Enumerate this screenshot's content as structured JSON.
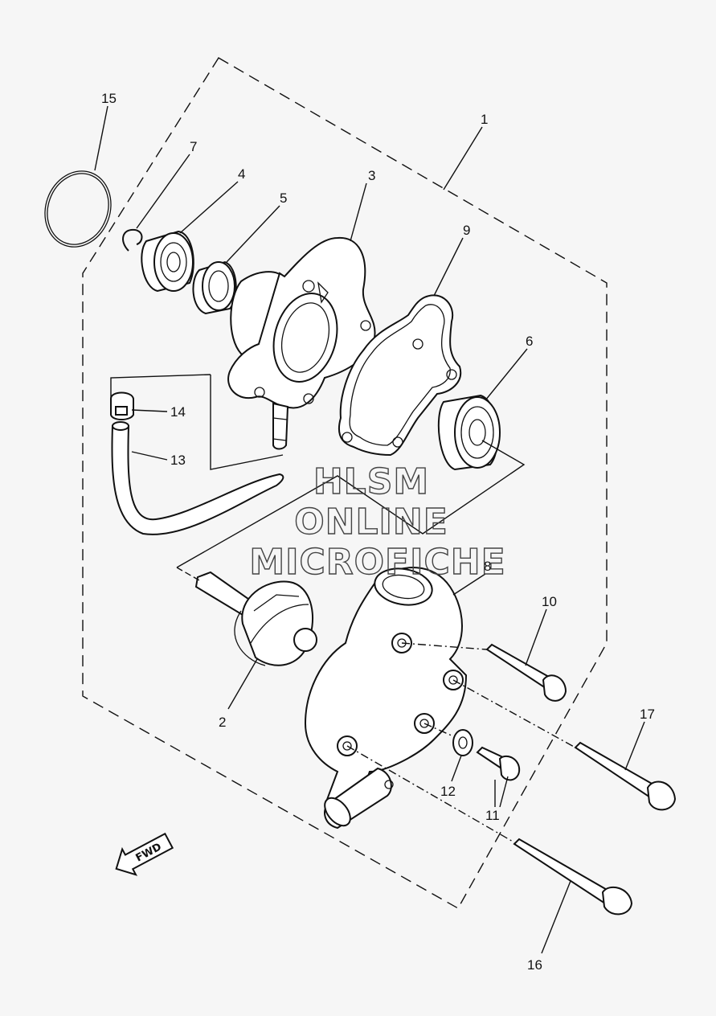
{
  "diagram": {
    "callouts": {
      "p1": "1",
      "p2": "2",
      "p3": "3",
      "p4": "4",
      "p5": "5",
      "p6": "6",
      "p7": "7",
      "p8": "8",
      "p9": "9",
      "p10": "10",
      "p11": "11",
      "p12": "12",
      "p13": "13",
      "p14": "14",
      "p15": "15",
      "p16": "16",
      "p17": "17"
    },
    "fwd_label": "FWD",
    "watermark": [
      "HLSM",
      "ONLINE",
      "MICROFICHE"
    ]
  }
}
